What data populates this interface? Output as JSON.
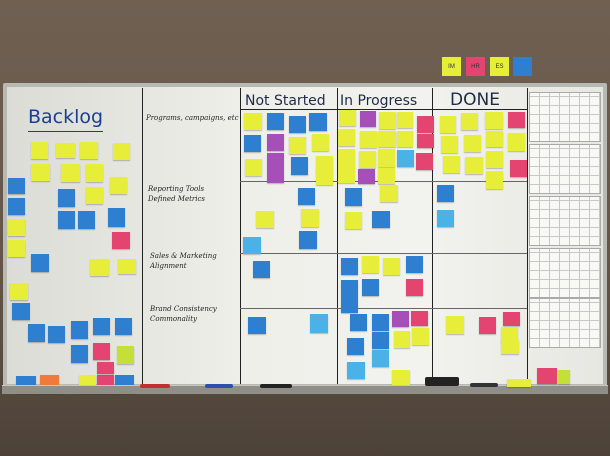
{
  "scene": "Kanban whiteboard with sticky notes",
  "columns": {
    "backlog": "Backlog",
    "not_started": "Not Started",
    "in_progress": "In Progress",
    "done": "DONE"
  },
  "swimlanes": {
    "lane1": "Programs, campaigns, etc",
    "lane2a": "Reporting Tools",
    "lane2b": "Defined Metrics",
    "lane3a": "Sales & Marketing",
    "lane3b": "Alignment",
    "lane4a": "Brand Consistency",
    "lane4b": "Commonality"
  },
  "wall_notes": [
    {
      "label": "IM",
      "color": "#e6ee3a"
    },
    {
      "label": "HR",
      "color": "#e44470"
    },
    {
      "label": "ES",
      "color": "#e6ee3a"
    },
    {
      "label": "",
      "color": "#2f7fd0"
    }
  ],
  "colors": {
    "sticky_yellow": "#e6ee3a",
    "sticky_blue": "#2f7fd0",
    "sticky_pink": "#e44470",
    "sticky_purple": "#a64fb8",
    "marker_ink": "#1b3f8f"
  }
}
